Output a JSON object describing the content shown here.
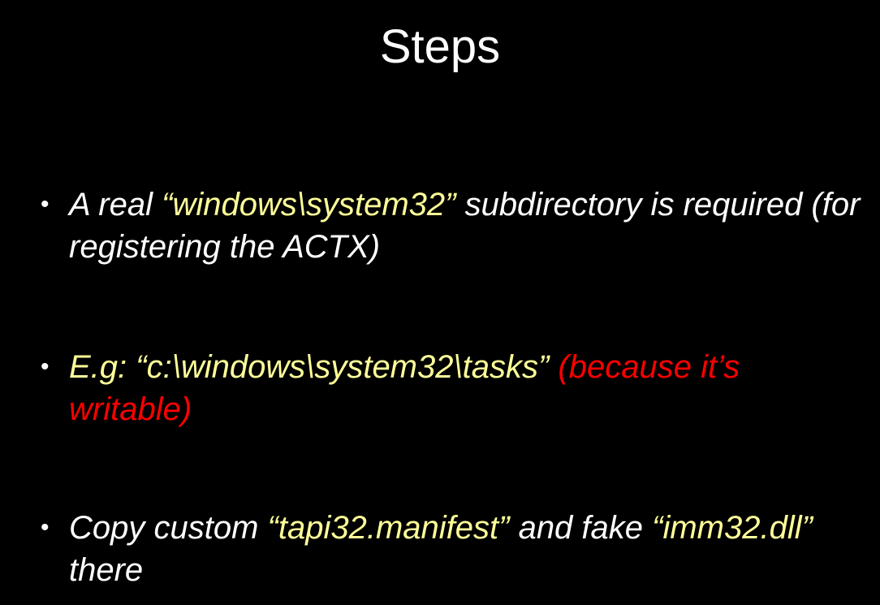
{
  "slide": {
    "title": "Steps",
    "bullets": [
      {
        "segments": [
          {
            "text": "A real ",
            "color": "#ffffff"
          },
          {
            "text": "“windows\\system32”",
            "color": "#ffff99"
          },
          {
            "text": " subdirectory is required (for registering the ACTX)",
            "color": "#ffffff"
          }
        ]
      },
      {
        "segments": [
          {
            "text": "E.g: “c:\\windows\\system32\\tasks”",
            "color": "#ffff99"
          },
          {
            "text": " (because it’s writable)",
            "color": "#ff0000"
          }
        ]
      },
      {
        "segments": [
          {
            "text": "Copy custom ",
            "color": "#ffffff"
          },
          {
            "text": "“tapi32.manifest”",
            "color": "#ffff99"
          },
          {
            "text": " and fake ",
            "color": "#ffffff"
          },
          {
            "text": "“imm32.dll”",
            "color": "#ffff99"
          },
          {
            "text": " there",
            "color": "#ffffff"
          }
        ]
      }
    ]
  }
}
